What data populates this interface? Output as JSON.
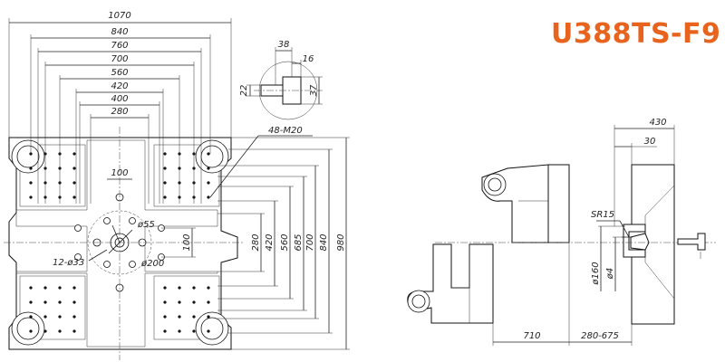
{
  "model": {
    "name": "U388TS-F9",
    "color": "#e8641e"
  },
  "platen_dims": {
    "widths": [
      "1070",
      "840",
      "760",
      "700",
      "560",
      "420",
      "400",
      "280"
    ],
    "heights": [
      "280",
      "420",
      "560",
      "685",
      "700",
      "840",
      "980"
    ],
    "center_gap": "100",
    "center_gap_v": "100",
    "bore_center": "ø55",
    "bore_ring": "ø200",
    "bolt_circle": "12-ø33",
    "thread_spec": "48-M20"
  },
  "nozzle_detail": {
    "width": "38",
    "depth": "16",
    "height": "37",
    "hole": "22"
  },
  "side_view": {
    "overall": "430",
    "flange": "30",
    "radius": "SR15",
    "locating_ring": "ø160",
    "nozzle_hole": "ø4",
    "stroke": "710",
    "daylight": "280-675"
  }
}
